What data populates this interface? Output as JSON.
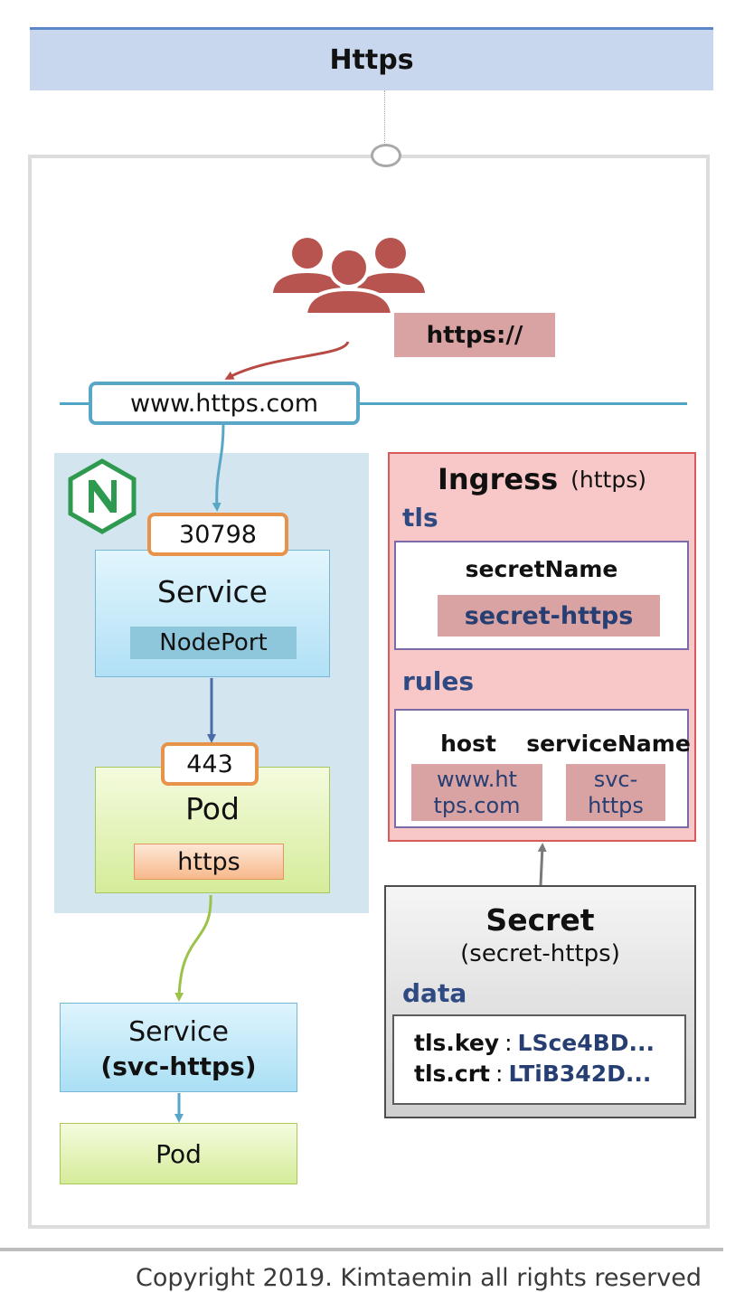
{
  "header": {
    "title": "Https"
  },
  "client": {
    "users_icon": "users-group-icon",
    "protocol_label": "https://"
  },
  "network": {
    "host": "www.https.com"
  },
  "nginx": {
    "logo_icon": "nginx-logo-icon",
    "node_port": "30798",
    "service": {
      "title": "Service",
      "type": "NodePort"
    },
    "pod_port": "443",
    "pod": {
      "title": "Pod",
      "container": "https"
    }
  },
  "backend": {
    "service": {
      "title": "Service",
      "name": "(svc-https)"
    },
    "pod": {
      "title": "Pod"
    }
  },
  "ingress": {
    "title": "Ingress",
    "subtitle": "(https)",
    "tls_label": "tls",
    "secret_name_key": "secretName",
    "secret_name_value": "secret-https",
    "rules_label": "rules",
    "host_key": "host",
    "service_name_key": "serviceName",
    "host_value": "www.ht tps.com",
    "service_name_value": "svc- https"
  },
  "secret": {
    "title": "Secret",
    "subtitle": "(secret-https)",
    "data_label": "data",
    "entries": [
      {
        "key": "tls.key",
        "value": "LSce4BD..."
      },
      {
        "key": "tls.crt",
        "value": "LTiB342D..."
      }
    ]
  },
  "footer": {
    "copyright": "Copyright 2019. Kimtaemin all rights reserved"
  },
  "colors": {
    "header_bg": "#c9d7ee",
    "network_line": "#4fa5c4",
    "port_border": "#e8934a",
    "ingress_bg": "#f8c8c8",
    "label_blue": "#2f4a83",
    "users_icon": "#b85450"
  }
}
